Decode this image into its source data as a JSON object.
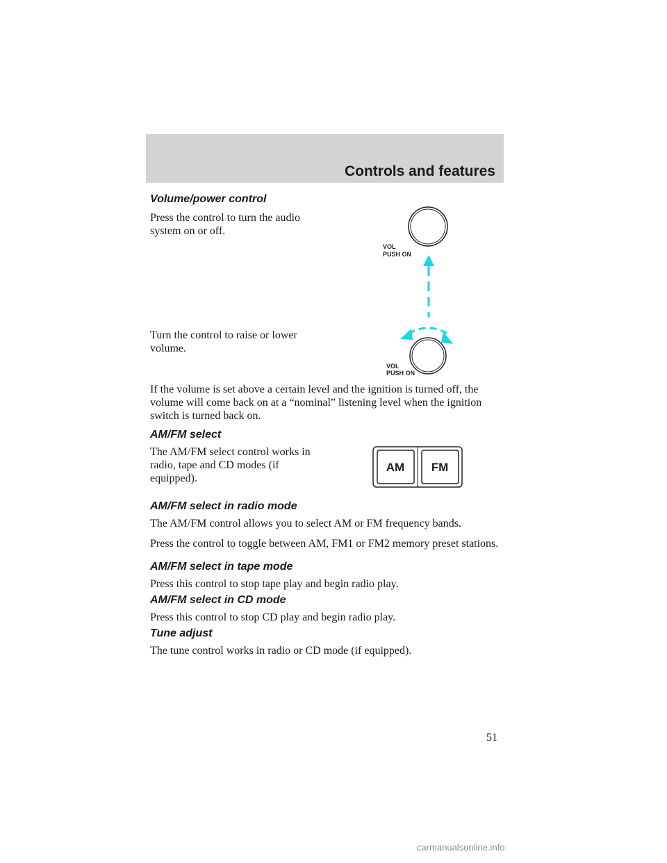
{
  "header": {
    "title": "Controls and features"
  },
  "sections": {
    "volume": {
      "heading": "Volume/power control",
      "press_text": "Press the control to turn the audio system on or off.",
      "turn_text": "Turn the control to raise or lower volume.",
      "nominal_text": "If the volume is set above a certain level and the ignition is turned off, the volume will come back on at a “nominal” listening level when the ignition switch is turned back on."
    },
    "amfm": {
      "heading": "AM/FM select",
      "text": "The AM/FM select control works in radio, tape and CD modes (if equipped)."
    },
    "radio_mode": {
      "heading": "AM/FM select in radio mode",
      "text1": "The AM/FM control allows you to select AM or FM frequency bands.",
      "text2": "Press the control to toggle between AM, FM1 or FM2 memory preset stations."
    },
    "tape_mode": {
      "heading": "AM/FM select in tape mode",
      "text": "Press this control to stop tape play and begin radio play."
    },
    "cd_mode": {
      "heading": "AM/FM select in CD mode",
      "text": "Press this control to stop CD play and begin radio play."
    },
    "tune": {
      "heading": "Tune adjust",
      "text": "The tune control works in radio or CD mode (if equipped)."
    }
  },
  "figures": {
    "knob_label_line1": "VOL",
    "knob_label_line2": "PUSH ON",
    "am_label": "AM",
    "fm_label": "FM",
    "arrow_color": "#19d6ec"
  },
  "page_number": "51",
  "watermark": "carmanualsonline.info"
}
